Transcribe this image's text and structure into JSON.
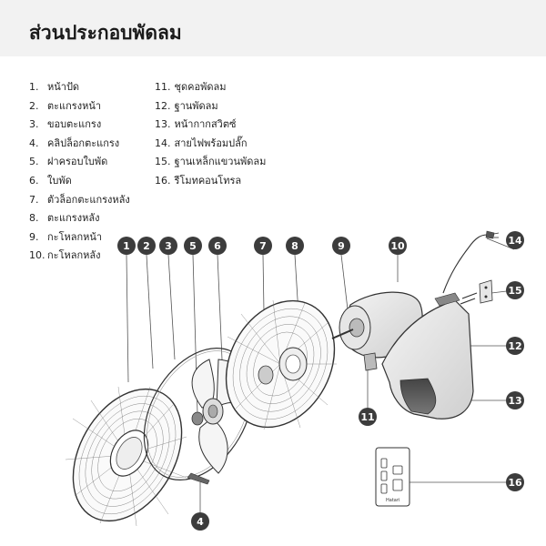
{
  "title": "ส่วนประกอบพัดลม",
  "parts": [
    {
      "num": "1.",
      "name": "หน้าปัด"
    },
    {
      "num": "2.",
      "name": "ตะแกรงหน้า"
    },
    {
      "num": "3.",
      "name": "ขอบตะแกรง"
    },
    {
      "num": "4.",
      "name": "คลิปล็อกตะแกรง"
    },
    {
      "num": "5.",
      "name": "ฝาครอบใบพัด"
    },
    {
      "num": "6.",
      "name": "ใบพัด"
    },
    {
      "num": "7.",
      "name": "ตัวล็อกตะแกรงหลัง"
    },
    {
      "num": "8.",
      "name": "ตะแกรงหลัง"
    },
    {
      "num": "9.",
      "name": "กะโหลกหน้า"
    },
    {
      "num": "10.",
      "name": "กะโหลกหลัง"
    },
    {
      "num": "11.",
      "name": "ชุดคอพัดลม"
    },
    {
      "num": "12.",
      "name": "ฐานพัดลม"
    },
    {
      "num": "13.",
      "name": "หน้ากากสวิตซ์"
    },
    {
      "num": "14.",
      "name": "สายไฟพร้อมปลั๊ก"
    },
    {
      "num": "15.",
      "name": "ฐานเหล็กแขวนพัดลม"
    },
    {
      "num": "16.",
      "name": "รีโมทคอนโทรล"
    }
  ],
  "callouts": {
    "c1": "1",
    "c2": "2",
    "c3": "3",
    "c4": "4",
    "c5": "5",
    "c6": "6",
    "c7": "7",
    "c8": "8",
    "c9": "9",
    "c10": "10",
    "c11": "11",
    "c12": "12",
    "c13": "13",
    "c14": "14",
    "c15": "15",
    "c16": "16"
  },
  "remote_brand": "Hatari",
  "colors": {
    "header_bg": "#f2f2f2",
    "callout": "#3c3c3c",
    "line": "#555555"
  }
}
